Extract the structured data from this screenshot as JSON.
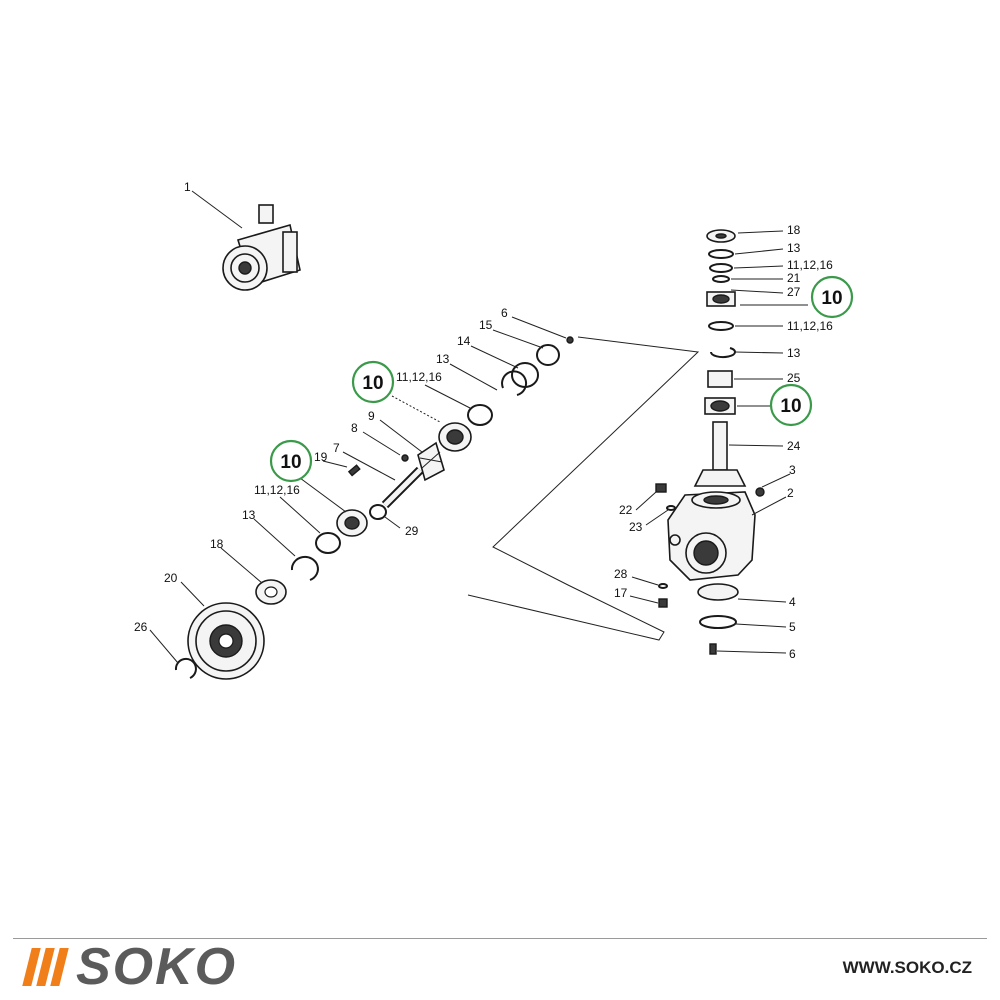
{
  "callouts": {
    "c1": "1",
    "c2": "2",
    "c3": "3",
    "c4": "4",
    "c5": "5",
    "c6_left": "6",
    "c6_right": "6",
    "c7": "7",
    "c8": "8",
    "c9": "9",
    "c13_mid": "13",
    "c13_left": "13",
    "c13_right_a": "13",
    "c13_right_b": "13",
    "c14": "14",
    "c15": "15",
    "c17": "17",
    "c18_left": "18",
    "c18_right": "18",
    "c19": "19",
    "c20": "20",
    "c21": "21",
    "c22": "22",
    "c23": "23",
    "c24": "24",
    "c25": "25",
    "c26": "26",
    "c27": "27",
    "c28": "28",
    "c29": "29",
    "c111216_mid": "11,12,16",
    "c111216_left": "11,12,16",
    "c111216_right_a": "11,12,16",
    "c111216_right_b": "11,12,16"
  },
  "highlights": {
    "h1": "10",
    "h2": "10",
    "h3": "10",
    "h4": "10"
  },
  "highlight_color": "#3a9a4a",
  "brand": {
    "name": "SOKO",
    "accent_color": "#f07f1a"
  },
  "website": "WWW.SOKO.CZ"
}
